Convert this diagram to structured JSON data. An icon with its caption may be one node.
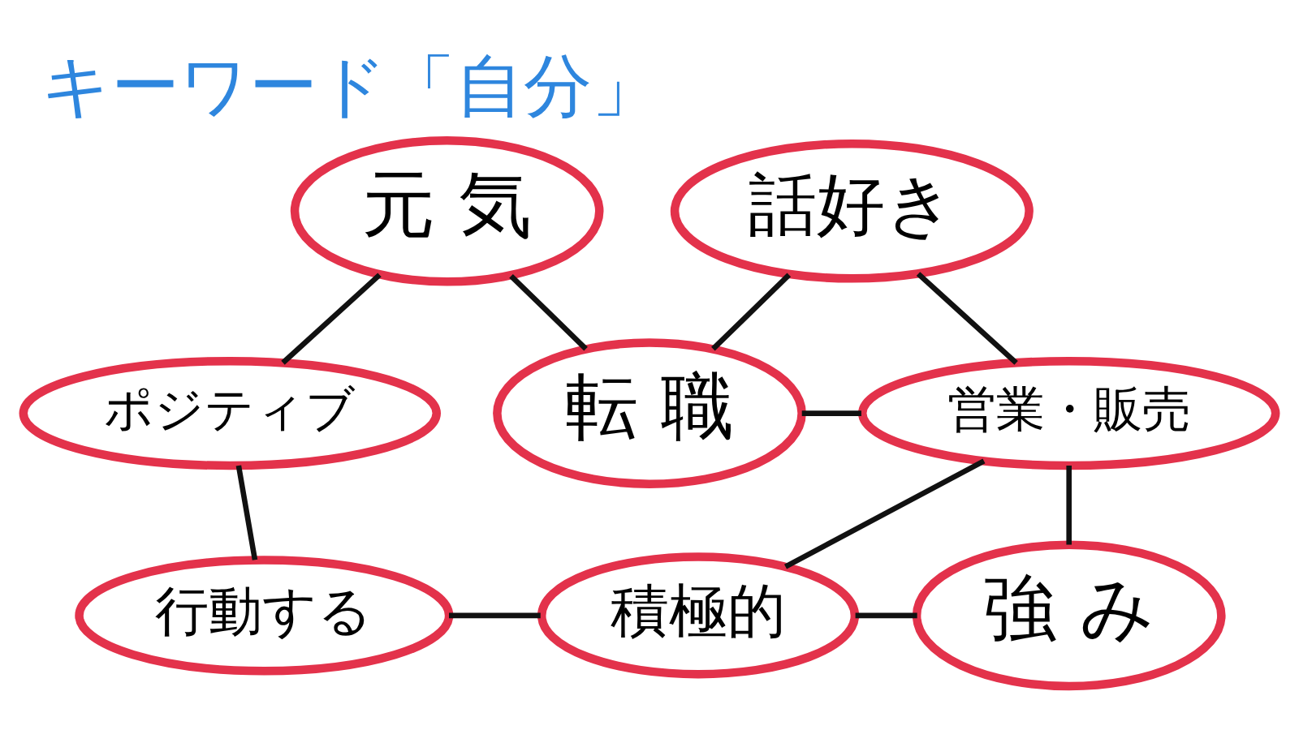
{
  "diagram": {
    "title": "キーワード「自分」",
    "nodes": [
      {
        "text": [
          "元 気"
        ]
      },
      {
        "text": [
          "話好き"
        ]
      },
      {
        "text": [
          "ポジティブ"
        ]
      },
      {
        "text": [
          "転 職"
        ]
      },
      {
        "text": [
          "営業・販売"
        ]
      },
      {
        "text": [
          "行動する"
        ]
      },
      {
        "text": [
          "積極的"
        ]
      },
      {
        "text": [
          "強 み"
        ]
      }
    ],
    "edges": [
      {
        "from": 0,
        "to": 2,
        "arrow": "none"
      },
      {
        "from": 0,
        "to": 3,
        "arrow": "none"
      },
      {
        "from": 1,
        "to": 3,
        "arrow": "none"
      },
      {
        "from": 1,
        "to": 4,
        "arrow": "none"
      },
      {
        "from": 3,
        "to": 4,
        "arrow": "none"
      },
      {
        "from": 2,
        "to": 5,
        "arrow": "none"
      },
      {
        "from": 5,
        "to": 6,
        "arrow": "none"
      },
      {
        "from": 4,
        "to": 6,
        "arrow": "none"
      },
      {
        "from": 6,
        "to": 7,
        "arrow": "none"
      },
      {
        "from": 4,
        "to": 7,
        "arrow": "none"
      }
    ]
  }
}
